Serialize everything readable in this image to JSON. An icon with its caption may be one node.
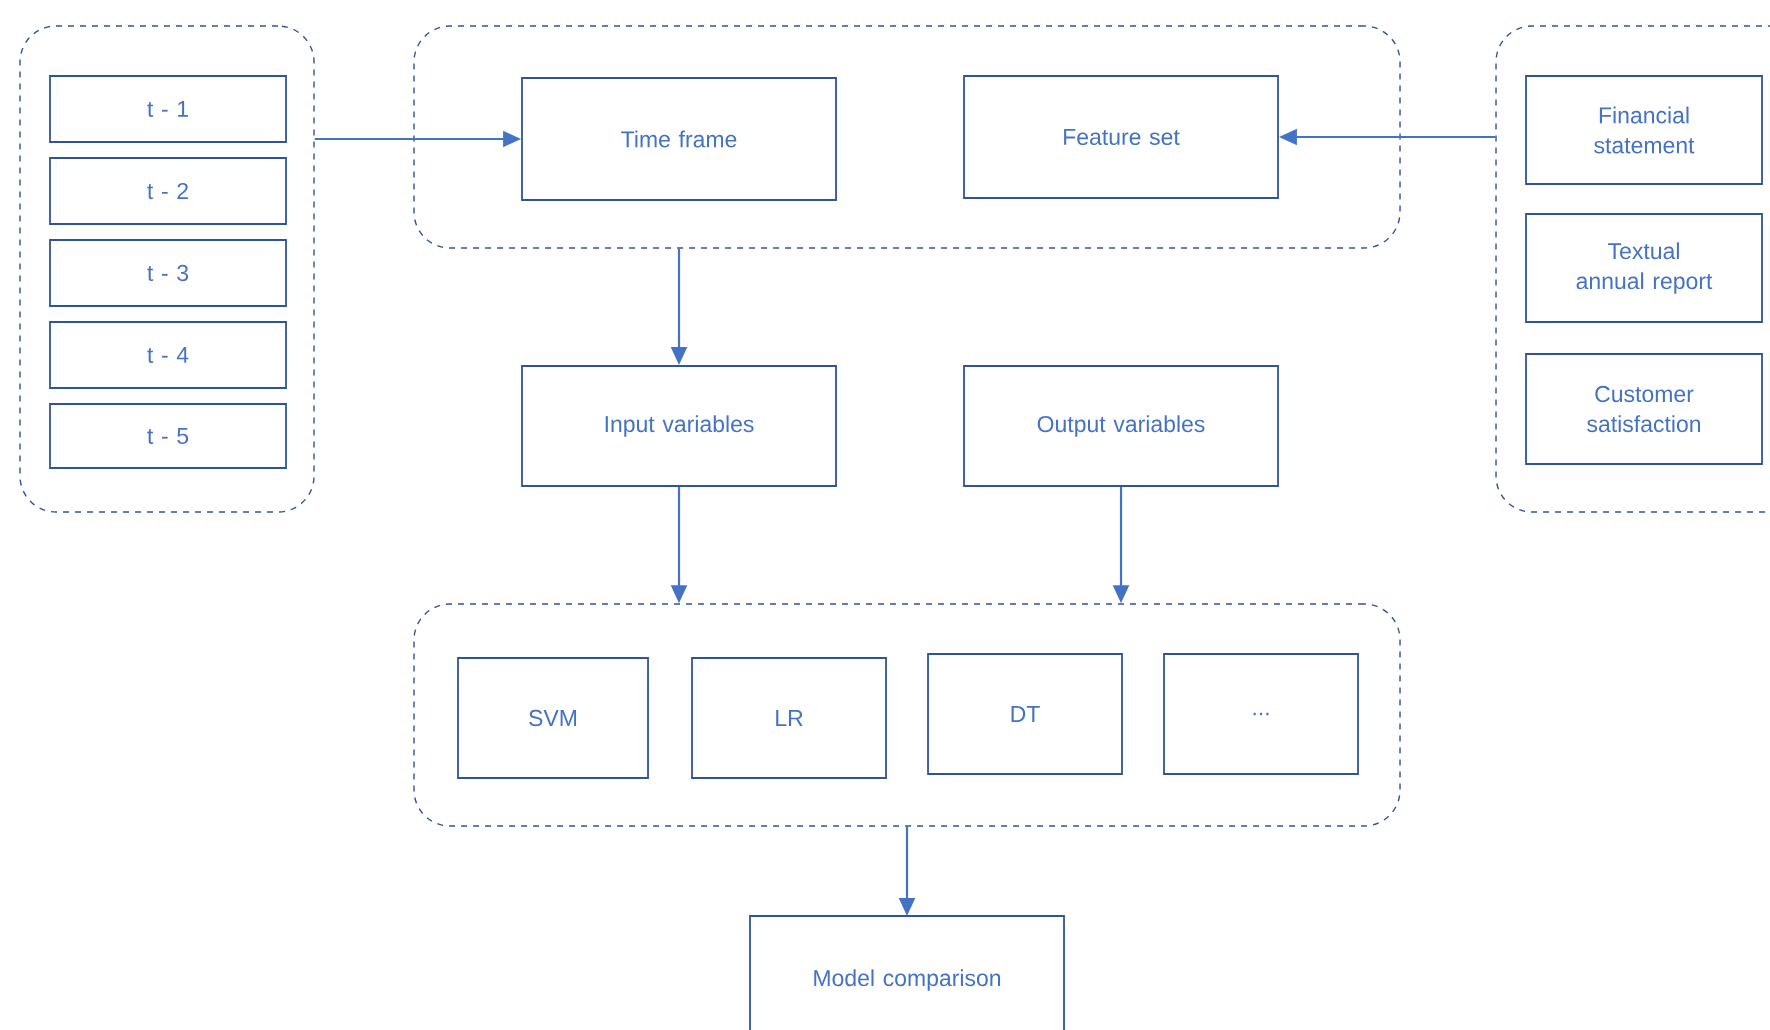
{
  "diagram": {
    "nodes": [
      {
        "text": [],
        "shape": "box"
      },
      {
        "text": [
          "t - 1"
        ],
        "in": 0
      },
      {
        "text": [
          "t - 2"
        ],
        "in": 0
      },
      {
        "text": [
          "t - 3"
        ],
        "in": 0
      },
      {
        "text": [
          "t - 4"
        ],
        "in": 0
      },
      {
        "text": [
          "t - 5"
        ],
        "in": 0
      },
      {
        "text": [],
        "shape": "box"
      },
      {
        "text": [
          "Time frame"
        ],
        "in": 6
      },
      {
        "text": [
          "Feature set"
        ],
        "in": 6
      },
      {
        "text": [],
        "shape": "box"
      },
      {
        "text": [
          "Financial statement"
        ],
        "in": 9
      },
      {
        "text": [
          "Textual annual report"
        ],
        "in": 9
      },
      {
        "text": [
          "Customer satisfaction"
        ],
        "in": 9
      },
      {
        "text": [
          "Input variables"
        ]
      },
      {
        "text": [
          "Output variables"
        ]
      },
      {
        "text": [],
        "shape": "box"
      },
      {
        "text": [
          "SVM"
        ],
        "in": 15
      },
      {
        "text": [
          "LR"
        ],
        "in": 15
      },
      {
        "text": [
          "DT"
        ],
        "in": 15
      },
      {
        "text": [
          "..."
        ],
        "in": 15
      },
      {
        "text": [
          "Model comparison"
        ]
      }
    ],
    "edges": [
      {
        "from": 0,
        "to": 7,
        "arrow": "to"
      },
      {
        "from": 9,
        "to": 8,
        "arrow": "to"
      },
      {
        "from": 6,
        "to": 13,
        "arrow": "to"
      },
      {
        "from": 13,
        "to": 15,
        "arrow": "to"
      },
      {
        "from": 14,
        "to": 15,
        "arrow": "to"
      },
      {
        "from": 15,
        "to": 20,
        "arrow": "to"
      }
    ]
  }
}
